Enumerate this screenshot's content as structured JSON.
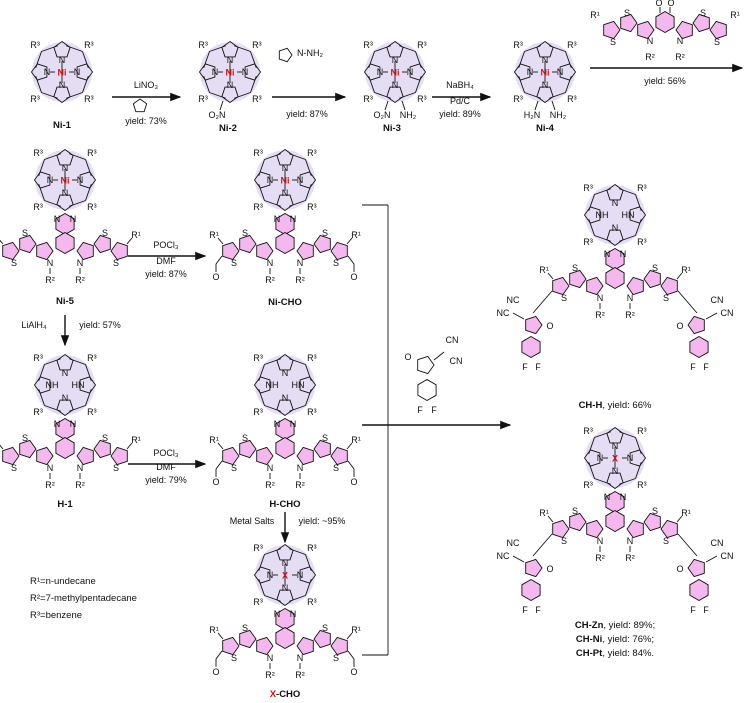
{
  "colors": {
    "porphyrin": "#ddd4f0",
    "fused_core": "#f4b8ee",
    "metal": "#e01010",
    "line": "#111111"
  },
  "substituents": {
    "r1": "R¹",
    "r2": "R²",
    "r3": "R³",
    "n": "N",
    "nh": "NH",
    "hn": "HN",
    "s": "S",
    "o": "O",
    "f": "F",
    "nc": "NC",
    "cn": "CN",
    "no2": "O₂N",
    "nh2": "NH₂",
    "h2n": "H₂N"
  },
  "compounds": {
    "ni1": {
      "label": "Ni-1",
      "metal": "Ni"
    },
    "ni2": {
      "label": "Ni-2",
      "metal": "Ni"
    },
    "ni3": {
      "label": "Ni-3",
      "metal": "Ni"
    },
    "ni4": {
      "label": "Ni-4",
      "metal": "Ni"
    },
    "ni5": {
      "label": "Ni-5",
      "metal": "Ni"
    },
    "ni_cho": {
      "label": "Ni-CHO",
      "metal": "Ni"
    },
    "h1": {
      "label": "H-1"
    },
    "h_cho": {
      "label": "H-CHO"
    },
    "x_cho": {
      "label_metal": "X",
      "label_rest": "-CHO",
      "metal": "X"
    },
    "ch_h": {
      "label": "CH-H",
      "yield": ", yield: 66%"
    },
    "ch_x": {
      "metal": "X",
      "lines": [
        {
          "name": "CH-Zn",
          "yield": ", yield: 89%;"
        },
        {
          "name": "CH-Ni",
          "yield": ", yield: 76%;"
        },
        {
          "name": "CH-Pt",
          "yield": ", yield: 84%."
        }
      ]
    }
  },
  "reactions": {
    "step1": {
      "reagent": "LiNO₃",
      "yield": "yield: 73%"
    },
    "step2": {
      "reagent": "N-NH₂",
      "yield": "yield: 87%"
    },
    "step3": {
      "reagent": "NaBH₄",
      "catalyst": "Pd/C",
      "yield": "yield: 89%"
    },
    "step4": {
      "yield": "yield: 56%"
    },
    "step5": {
      "reagent": "POCl₃",
      "solvent": "DMF",
      "yield": "yield: 87%"
    },
    "step6": {
      "reagent": "LiAlH₄",
      "yield": "yield: 57%"
    },
    "step7": {
      "reagent": "POCl₃",
      "solvent": "DMF",
      "yield": "yield: 79%"
    },
    "step8": {
      "reagent": "Metal Salts",
      "yield": "yield: ~95%"
    }
  },
  "legend": [
    "R¹=n-undecane",
    "R²=7-methylpentadecane",
    "R³=benzene"
  ]
}
